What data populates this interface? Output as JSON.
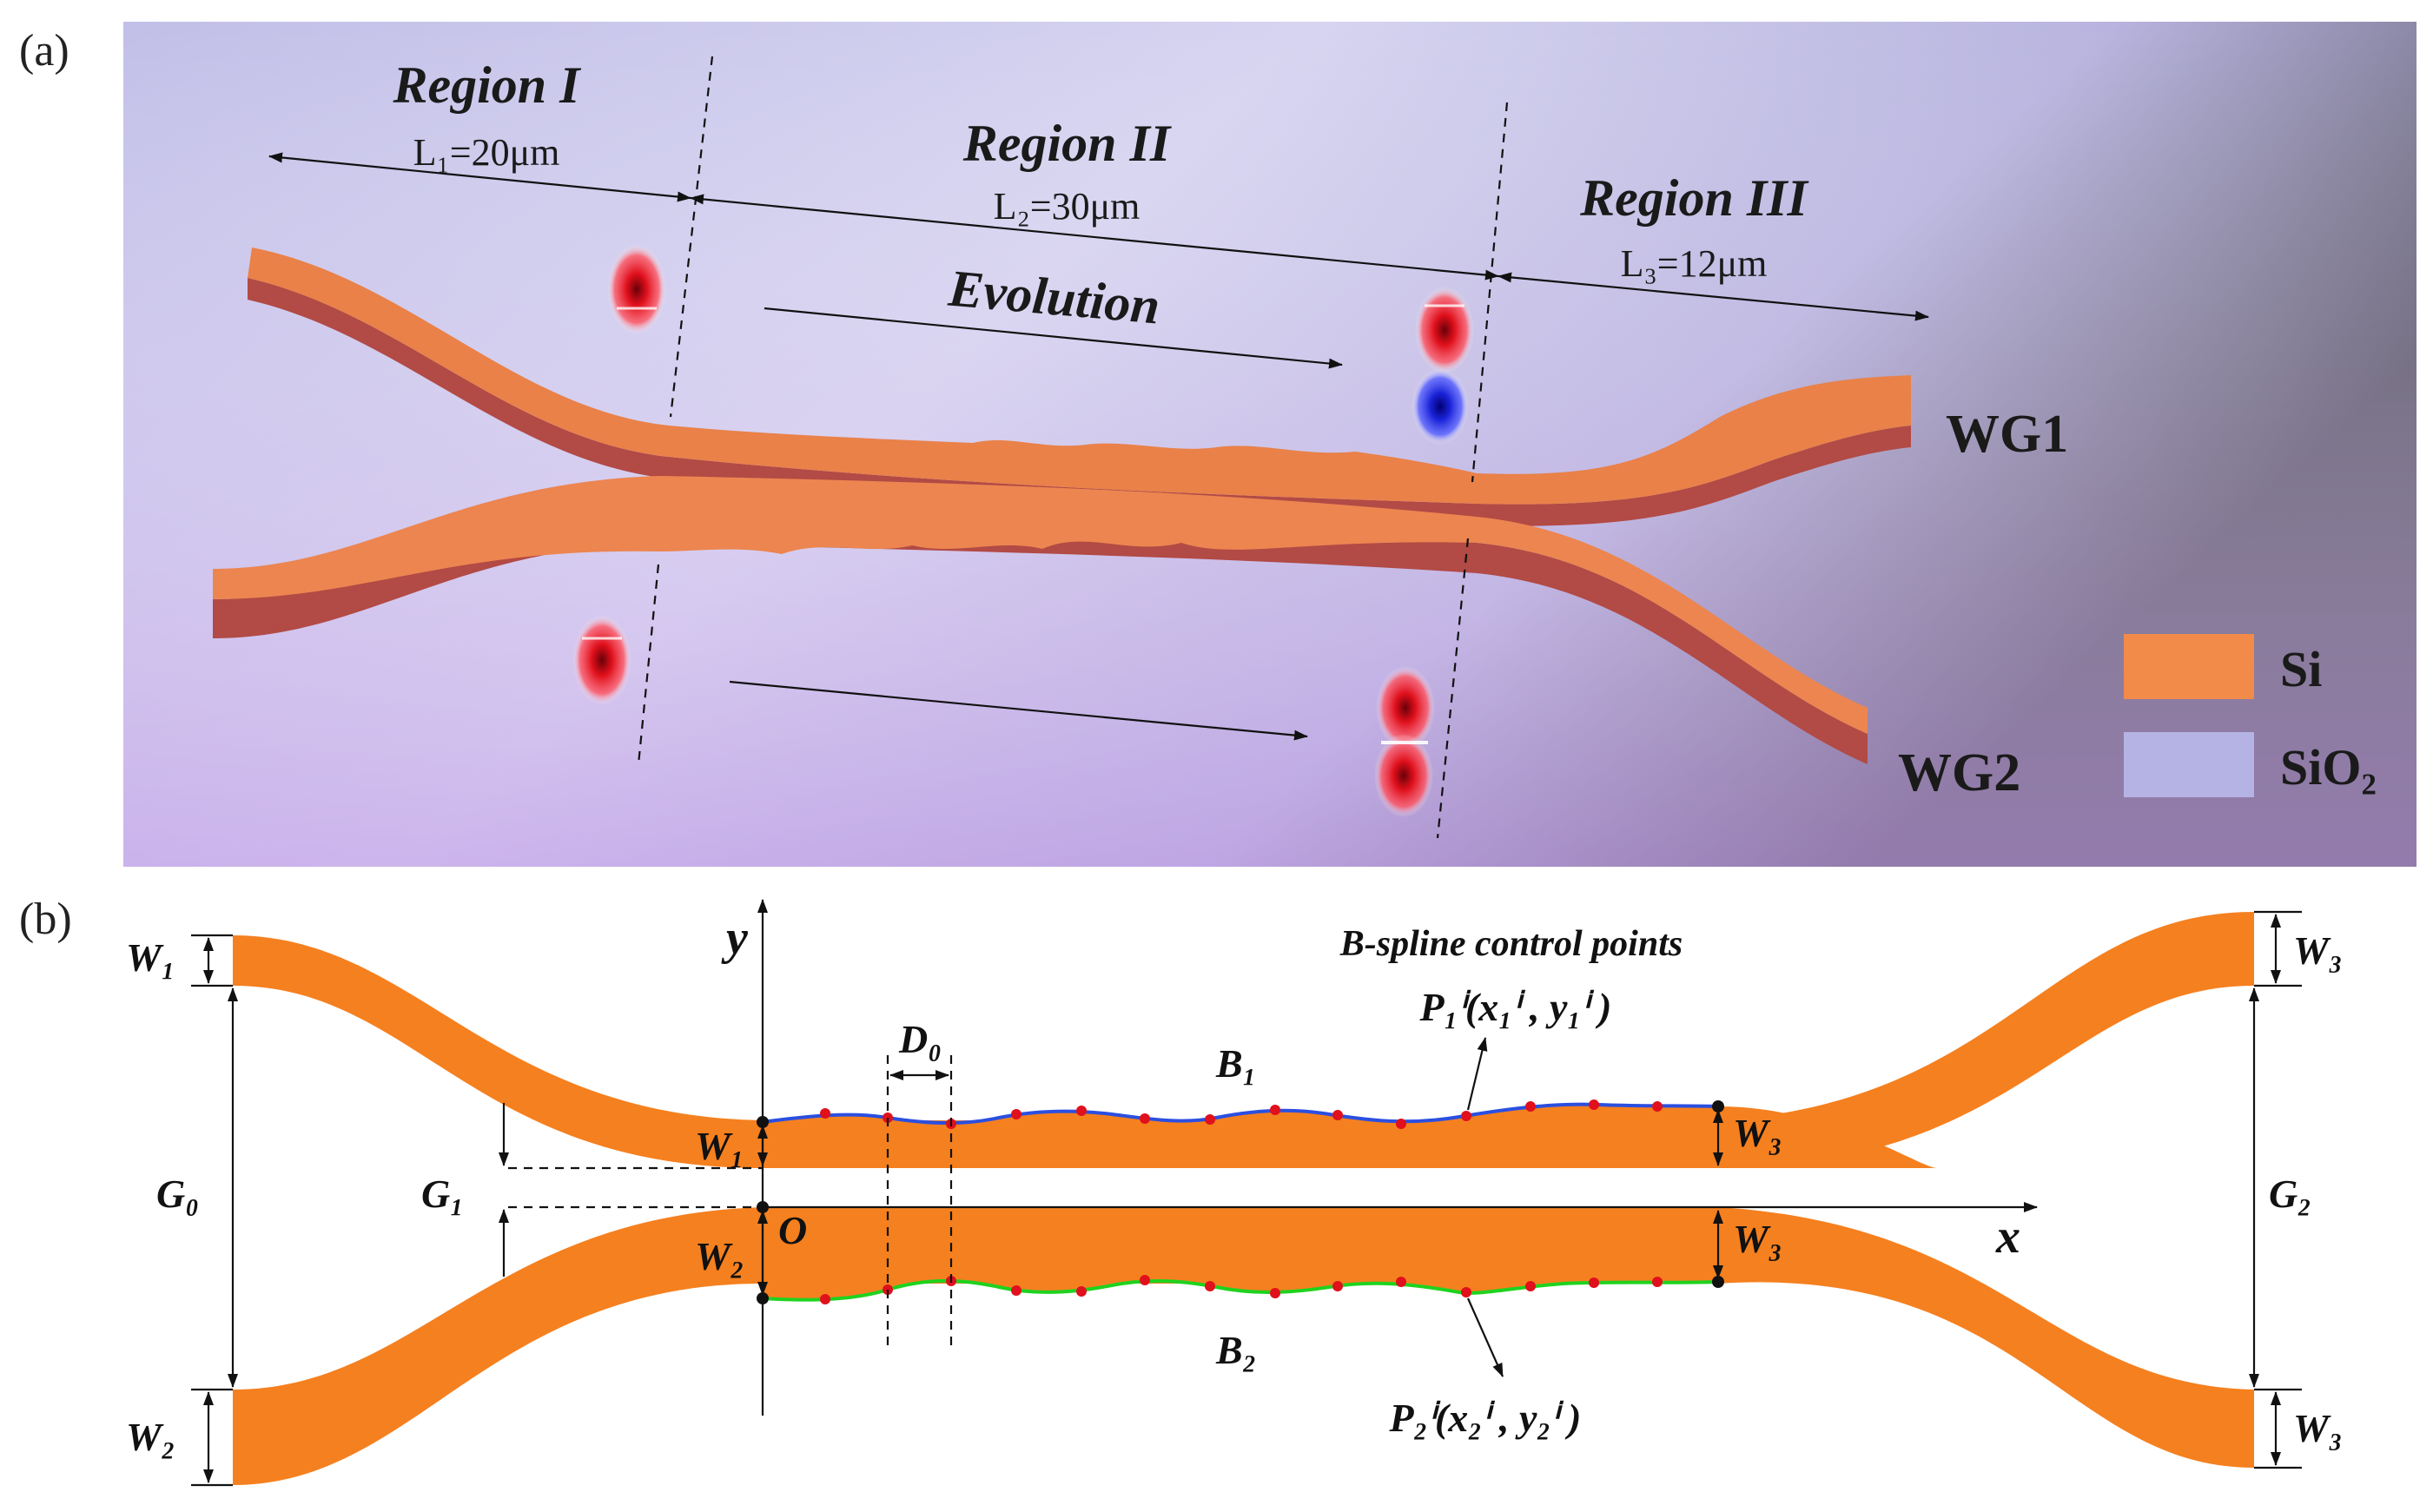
{
  "panel_a": {
    "label": "(a)",
    "regions": [
      {
        "title": "Region I",
        "length": "L₁=20μm"
      },
      {
        "title": "Region II",
        "length": "L₂=30μm"
      },
      {
        "title": "Region III",
        "length": "L₃=12μm"
      }
    ],
    "evolution_label": "Evolution",
    "wg1_label": "WG1",
    "wg2_label": "WG2",
    "legend": [
      {
        "label": "Si",
        "color": "#f28a4a"
      },
      {
        "label": "SiO₂",
        "color": "#b5b3e3"
      }
    ],
    "mode_colors": {
      "positive": "#e0101c",
      "negative": "#1a22d8"
    }
  },
  "panel_b": {
    "label": "(b)",
    "axis_y": "y",
    "axis_x": "x",
    "origin": "O",
    "control_points_title": "B-spline control points",
    "p1_formula": "P₁ⁱ(x₁ⁱ , y₁ⁱ )",
    "p2_formula": "P₂ⁱ(x₂ⁱ , y₂ⁱ )",
    "b1": "B₁",
    "b2": "B₂",
    "d0": "D₀",
    "w1": "W₁",
    "w2": "W₂",
    "w3": "W₃",
    "g0": "G₀",
    "g1": "G₁",
    "g2": "G₂",
    "colors": {
      "waveguide": "#f5801f",
      "boundary_b1": "#2b4fe0",
      "boundary_b2": "#1fd21f",
      "control_point": "#e0101c"
    }
  }
}
